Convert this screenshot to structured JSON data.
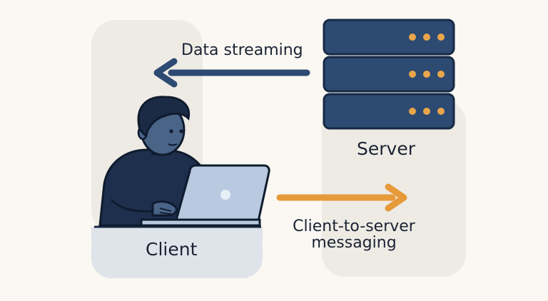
{
  "diagram": {
    "labels": {
      "data_streaming": "Data streaming",
      "server": "Server",
      "client": "Client",
      "client_to_server": "Client-to-server messaging"
    },
    "colors": {
      "background": "#fbf8f3",
      "panel_beige": "#eeebe5",
      "panel_client": "#dfe4ea",
      "server_blue": "#2d4a72",
      "server_outline": "#172a45",
      "server_lights": "#e8a64a",
      "arrow_dark": "#2d4a72",
      "arrow_orange": "#e69a3a",
      "skin": "#4a6488",
      "hair": "#1b2b45",
      "shirt": "#1e2f4d",
      "laptop": "#b9c9e0"
    },
    "icons": [
      "server-icon",
      "person-icon",
      "laptop-icon"
    ]
  }
}
